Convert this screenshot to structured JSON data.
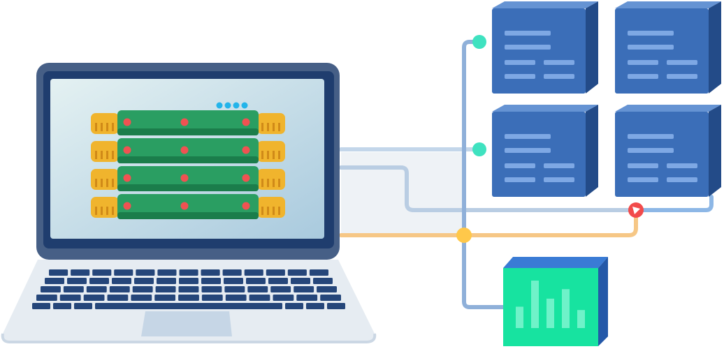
{
  "colors": {
    "laptop_frame": "#465f86",
    "laptop_bezel": "#1f3d6e",
    "screen_top": "#e4f1f2",
    "screen_bottom": "#a9cade",
    "keyboard_base": "#e6ecf2",
    "key": "#25467a",
    "touchpad": "#c6d6e6",
    "board": "#2a9e62",
    "board_dark": "#1b7d4b",
    "led": "#f05252",
    "status_dot": "#23b4ea",
    "connector": "#f0b42d",
    "connector_dark": "#d08a18",
    "server_front": "#3b6eb8",
    "server_top": "#6593d3",
    "server_side": "#234b88",
    "server_line": "#7ea8e4",
    "wire_blue": "#9cc0e6",
    "wire_gray": "#d5dde6",
    "wire_orange": "#f6c786",
    "wire_vertical": "#8fb0d9",
    "node_teal": "#3fe2c0",
    "node_yellow": "#ffc84a",
    "node_red": "#f24b4b",
    "analytics_front": "#17e3a0",
    "analytics_top": "#3a7bd5",
    "analytics_side": "#2358a8",
    "analytics_bar": "#7ff5d0"
  },
  "icons": [
    "laptop-icon",
    "memory-module-icon",
    "server-box-icon",
    "analytics-chart-icon",
    "connector-node-icon",
    "direction-arrow-icon"
  ],
  "memory_modules": 4,
  "status_dots": 4,
  "servers": 4,
  "analytics_bar_levels": [
    0.45,
    1.0,
    0.62,
    0.82,
    0.38
  ]
}
